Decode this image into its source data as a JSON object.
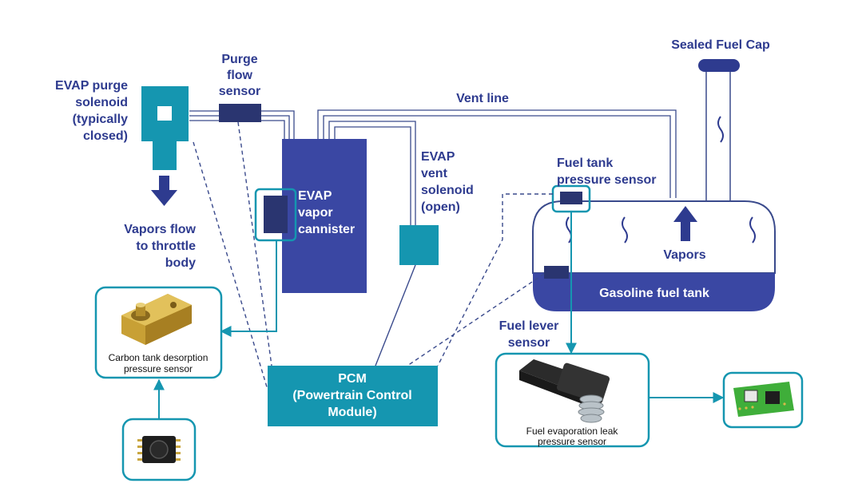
{
  "colors": {
    "navy": "#2e3b8f",
    "teal": "#1596b0",
    "teal_dark": "#0f7d96",
    "pipe": "#3a4a8c",
    "sensor_dark": "#2a3570",
    "tank_fill": "#3a47a3"
  },
  "labels": {
    "purge_solenoid": [
      "EVAP purge",
      "solenoid",
      "(typically",
      "closed)"
    ],
    "purge_flow_sensor": [
      "Purge",
      "flow",
      "sensor"
    ],
    "vent_line": "Vent line",
    "sealed_fuel_cap": "Sealed Fuel Cap",
    "vapor_canister": [
      "EVAP",
      "vapor",
      "cannister"
    ],
    "vent_solenoid": [
      "EVAP",
      "vent",
      "solenoid",
      "(open)"
    ],
    "fuel_tank_pressure_sensor": [
      "Fuel tank",
      "pressure sensor"
    ],
    "vapors_flow": [
      "Vapors flow",
      "to throttle",
      "body"
    ],
    "vapors": "Vapors",
    "gasoline_fuel_tank": "Gasoline fuel tank",
    "fuel_level_sensor": [
      "Fuel lever",
      "sensor"
    ],
    "pcm": [
      "PCM",
      "(Powertrain Control",
      "Module)"
    ],
    "carbon_tank_sensor": [
      "Carbon tank desorption",
      "pressure sensor"
    ],
    "leak_pressure_sensor": [
      "Fuel evaporation leak",
      "pressure sensor"
    ]
  },
  "icons": {
    "arrow_down": "arrow-down-icon",
    "arrow_up": "arrow-up-icon",
    "wave": "wavy-vapor-icon"
  }
}
